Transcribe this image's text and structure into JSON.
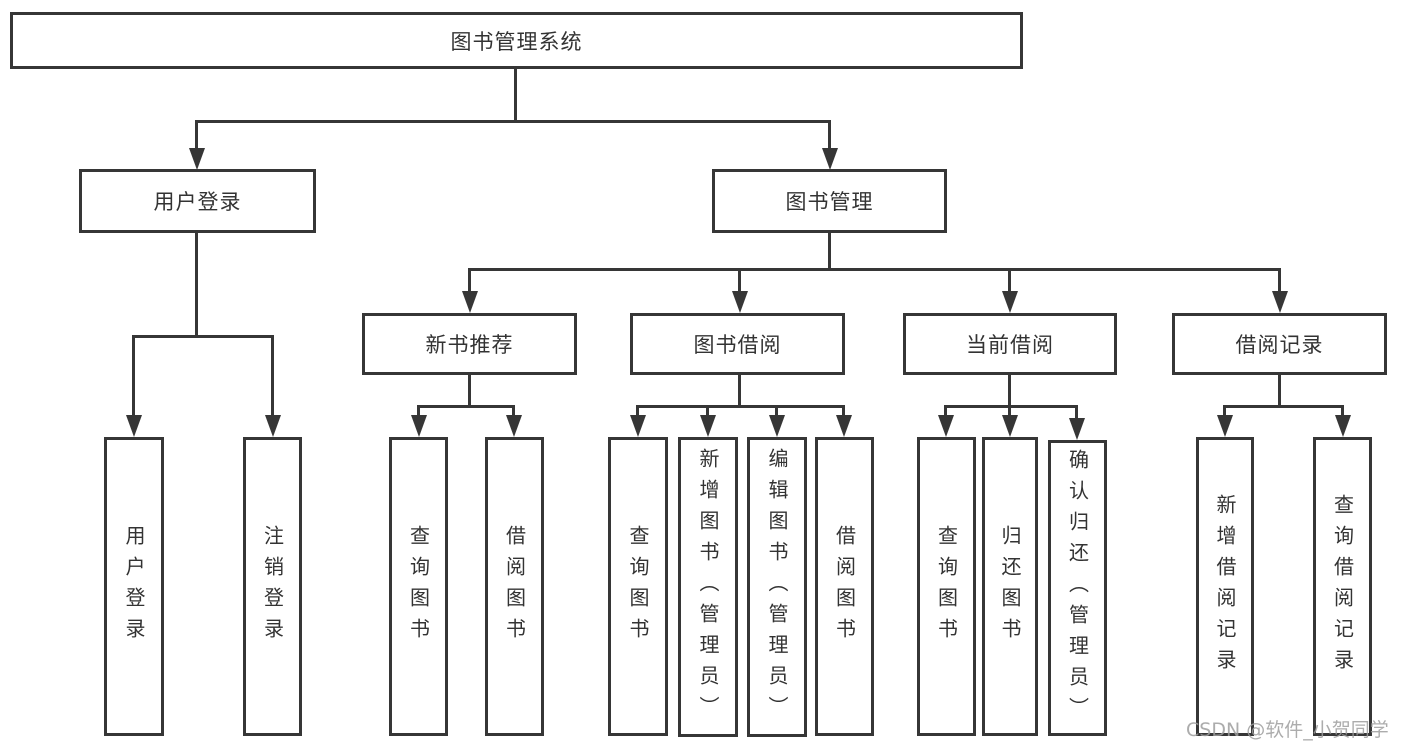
{
  "diagram": {
    "root": {
      "label": "图书管理系统"
    },
    "branches": [
      {
        "label": "用户登录",
        "leaves": [
          "用户登录",
          "注销登录"
        ]
      },
      {
        "label": "图书管理",
        "groups": [
          {
            "label": "新书推荐",
            "leaves": [
              "查询图书",
              "借阅图书"
            ]
          },
          {
            "label": "图书借阅",
            "leaves": [
              "查询图书",
              "新增图书（管理员）",
              "编辑图书（管理员）",
              "借阅图书"
            ]
          },
          {
            "label": "当前借阅",
            "leaves": [
              "查询图书",
              "归还图书",
              "确认归还（管理员）"
            ]
          },
          {
            "label": "借阅记录",
            "leaves": [
              "新增借阅记录",
              "查询借阅记录"
            ]
          }
        ]
      }
    ],
    "watermark": "CSDN @软件_小贺同学",
    "colors": {
      "line": "#363636",
      "text": "#333333",
      "watermark": "#9e9e9e",
      "background": "#ffffff"
    }
  }
}
